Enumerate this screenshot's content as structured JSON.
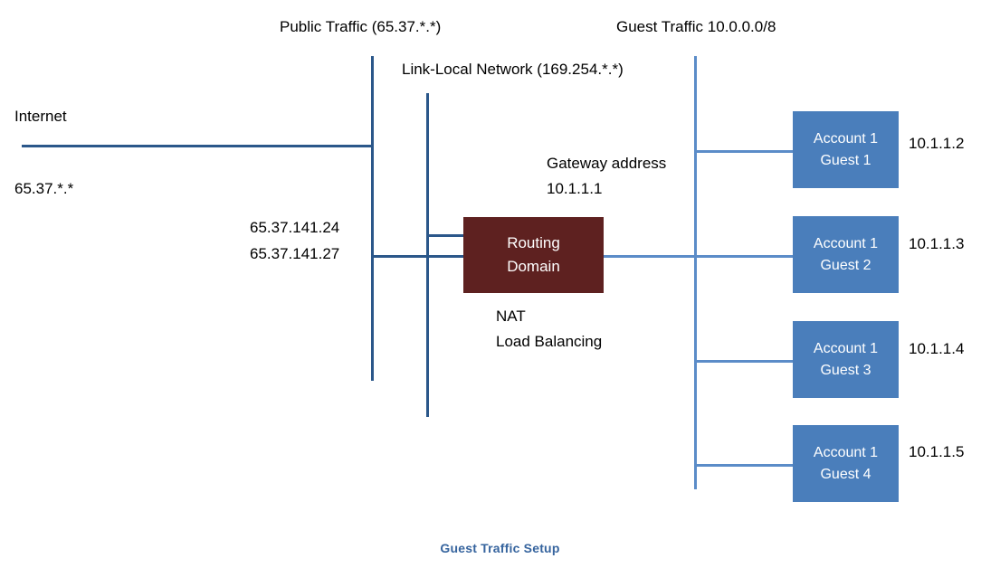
{
  "diagram": {
    "caption": "Guest Traffic Setup",
    "colors": {
      "guest_box_fill": "#4a7ebb",
      "router_box_fill": "#5e2120",
      "dark_line": "#2b578a",
      "mid_line": "#5b8cc8",
      "caption_text": "#36649e",
      "label_text": "#000000",
      "background": "#ffffff"
    },
    "trunk_labels": {
      "public_traffic": "Public Traffic (65.37.*.*)",
      "link_local": "Link-Local Network (169.254.*.*)",
      "guest_traffic": "Guest Traffic 10.0.0.0/8"
    },
    "left_labels": {
      "internet": "Internet",
      "internet_subnet": "65.37.*.*"
    },
    "public_ips": {
      "ip_1": "65.37.141.24",
      "ip_2": "65.37.141.27"
    },
    "gateway": {
      "line_1": "Gateway address",
      "line_2": "10.1.1.1"
    },
    "router": {
      "title_line_1": "Routing",
      "title_line_2": "Domain",
      "function_line_1": "NAT",
      "function_line_2": "Load Balancing"
    },
    "guests": [
      {
        "account": "Account 1",
        "name": "Guest 1",
        "ip": "10.1.1.2"
      },
      {
        "account": "Account 1",
        "name": "Guest 2",
        "ip": "10.1.1.3"
      },
      {
        "account": "Account 1",
        "name": "Guest 3",
        "ip": "10.1.1.4"
      },
      {
        "account": "Account 1",
        "name": "Guest 4",
        "ip": "10.1.1.5"
      }
    ]
  }
}
